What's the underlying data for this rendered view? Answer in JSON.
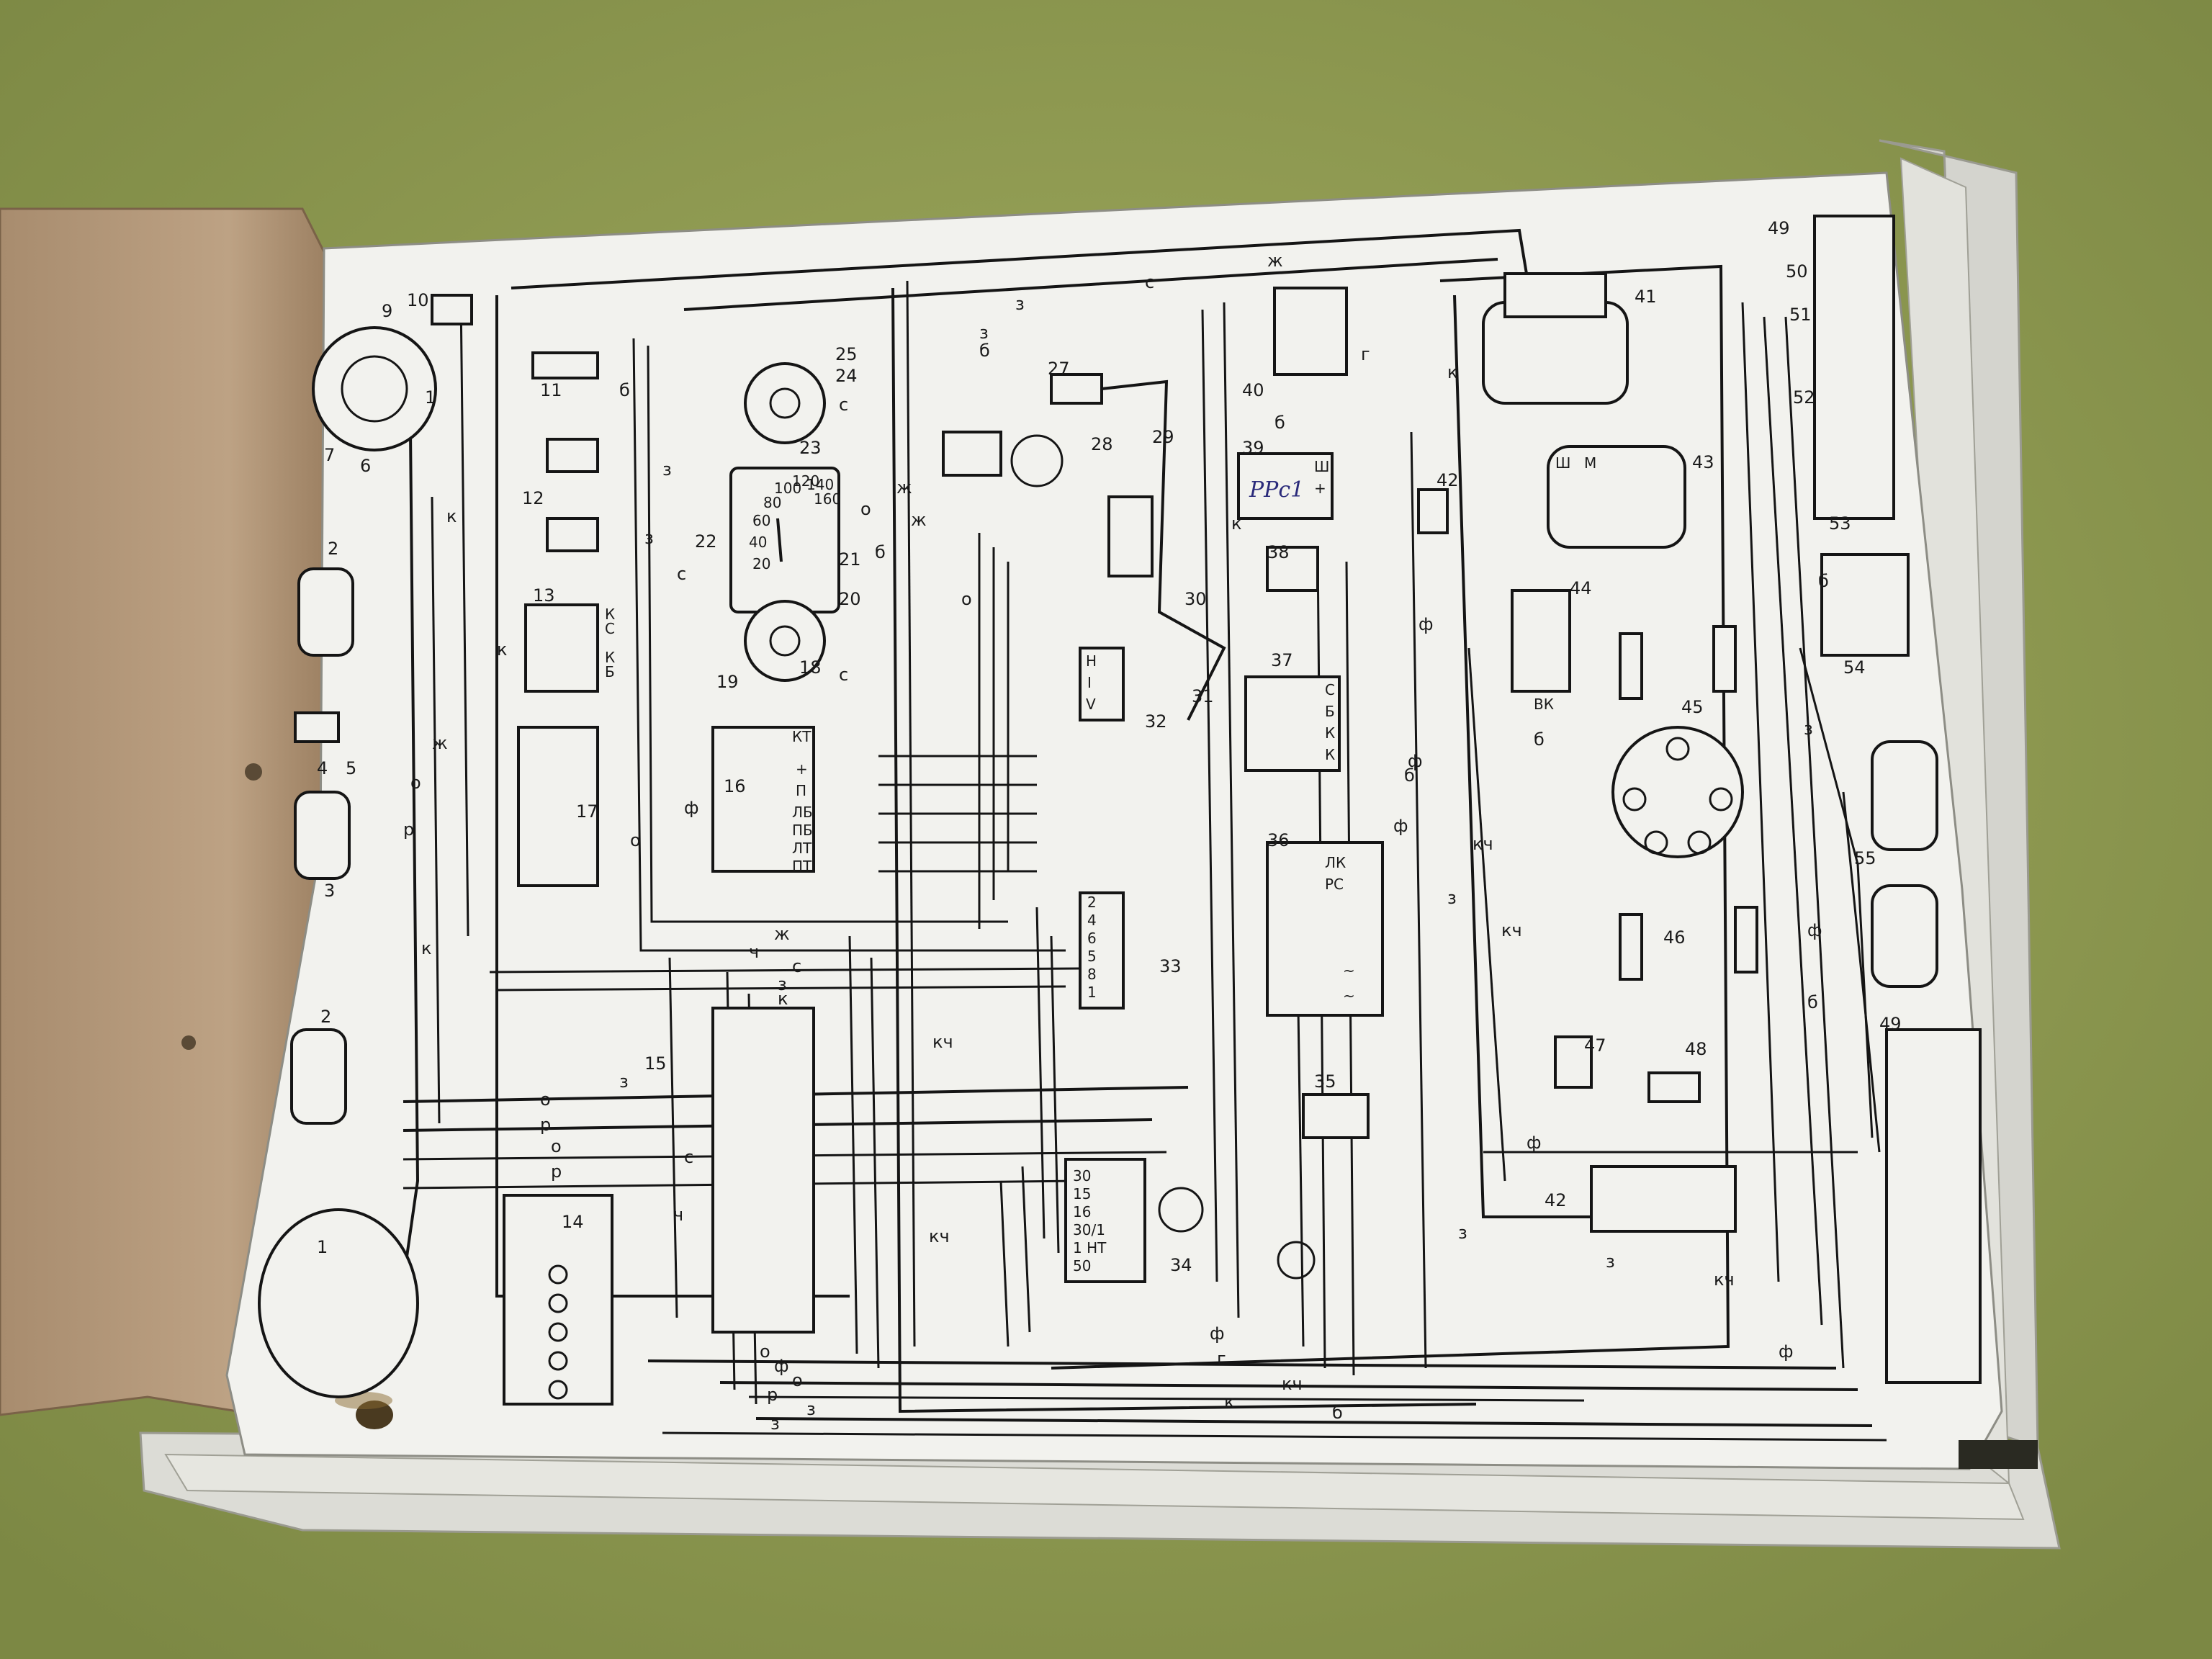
{
  "scene": {
    "colors": {
      "background": "#8d9a52",
      "cover": "#b59a7c",
      "paper": "#f2f2ee",
      "ink": "#151515"
    }
  },
  "components": {
    "c1": "1",
    "c2": "2",
    "c3": "3",
    "c4": "4",
    "c5": "5",
    "c6": "6",
    "c7": "7",
    "c9": "9",
    "c10": "10",
    "c11": "11",
    "c12": "12",
    "c13": "13",
    "c14": "14",
    "c15": "15",
    "c16": "16",
    "c17": "17",
    "c18": "18",
    "c19": "19",
    "c20": "20",
    "c21": "21",
    "c22": "22",
    "c23": "23",
    "c24": "24",
    "c25": "25",
    "c27": "27",
    "c28": "28",
    "c29": "29",
    "c30": "30",
    "c31": "31",
    "c32": "32",
    "c33": "33",
    "c34": "34",
    "c35": "35",
    "c36": "36",
    "c37": "37",
    "c38": "38",
    "c39": "39",
    "c40": "40",
    "c41": "41",
    "c42": "42",
    "c42b": "42",
    "c43": "43",
    "c44": "44",
    "c45": "45",
    "c46": "46",
    "c47": "47",
    "c48": "48",
    "c49": "49",
    "c49b": "49",
    "c50": "50",
    "c51": "51",
    "c52": "52",
    "c53": "53",
    "c54": "54",
    "c55": "55"
  },
  "wire_codes": {
    "zh": "ж",
    "s": "с",
    "z": "з",
    "b": "б",
    "g": "г",
    "k": "к",
    "o": "о",
    "r": "р",
    "ch": "ч",
    "f": "ф",
    "kch": "кч"
  },
  "terminals": {
    "t13": [
      "К",
      "С",
      "К",
      "Б"
    ],
    "t16": [
      "КТ",
      "+",
      "П",
      "ЛБ",
      "ПБ",
      "ЛТ",
      "ПТ"
    ],
    "t32": [
      "Н",
      "I",
      "V"
    ],
    "t33": [
      "2",
      "4",
      "6",
      "5",
      "8",
      "1"
    ],
    "t34": [
      "30",
      "15",
      "16",
      "30/1",
      "1 НТ",
      "50"
    ],
    "t36": [
      "ЛК",
      "РС",
      "~",
      "~"
    ],
    "t37": [
      "С",
      "Б",
      "К",
      "К"
    ],
    "t39": [
      "Ш",
      "+"
    ],
    "t43": [
      "Ш",
      "М"
    ],
    "t44": "ВК"
  },
  "gauge": {
    "speed_marks": [
      "20",
      "40",
      "60",
      "80",
      "100",
      "120",
      "140",
      "160"
    ]
  },
  "handwritten": "РРс1"
}
